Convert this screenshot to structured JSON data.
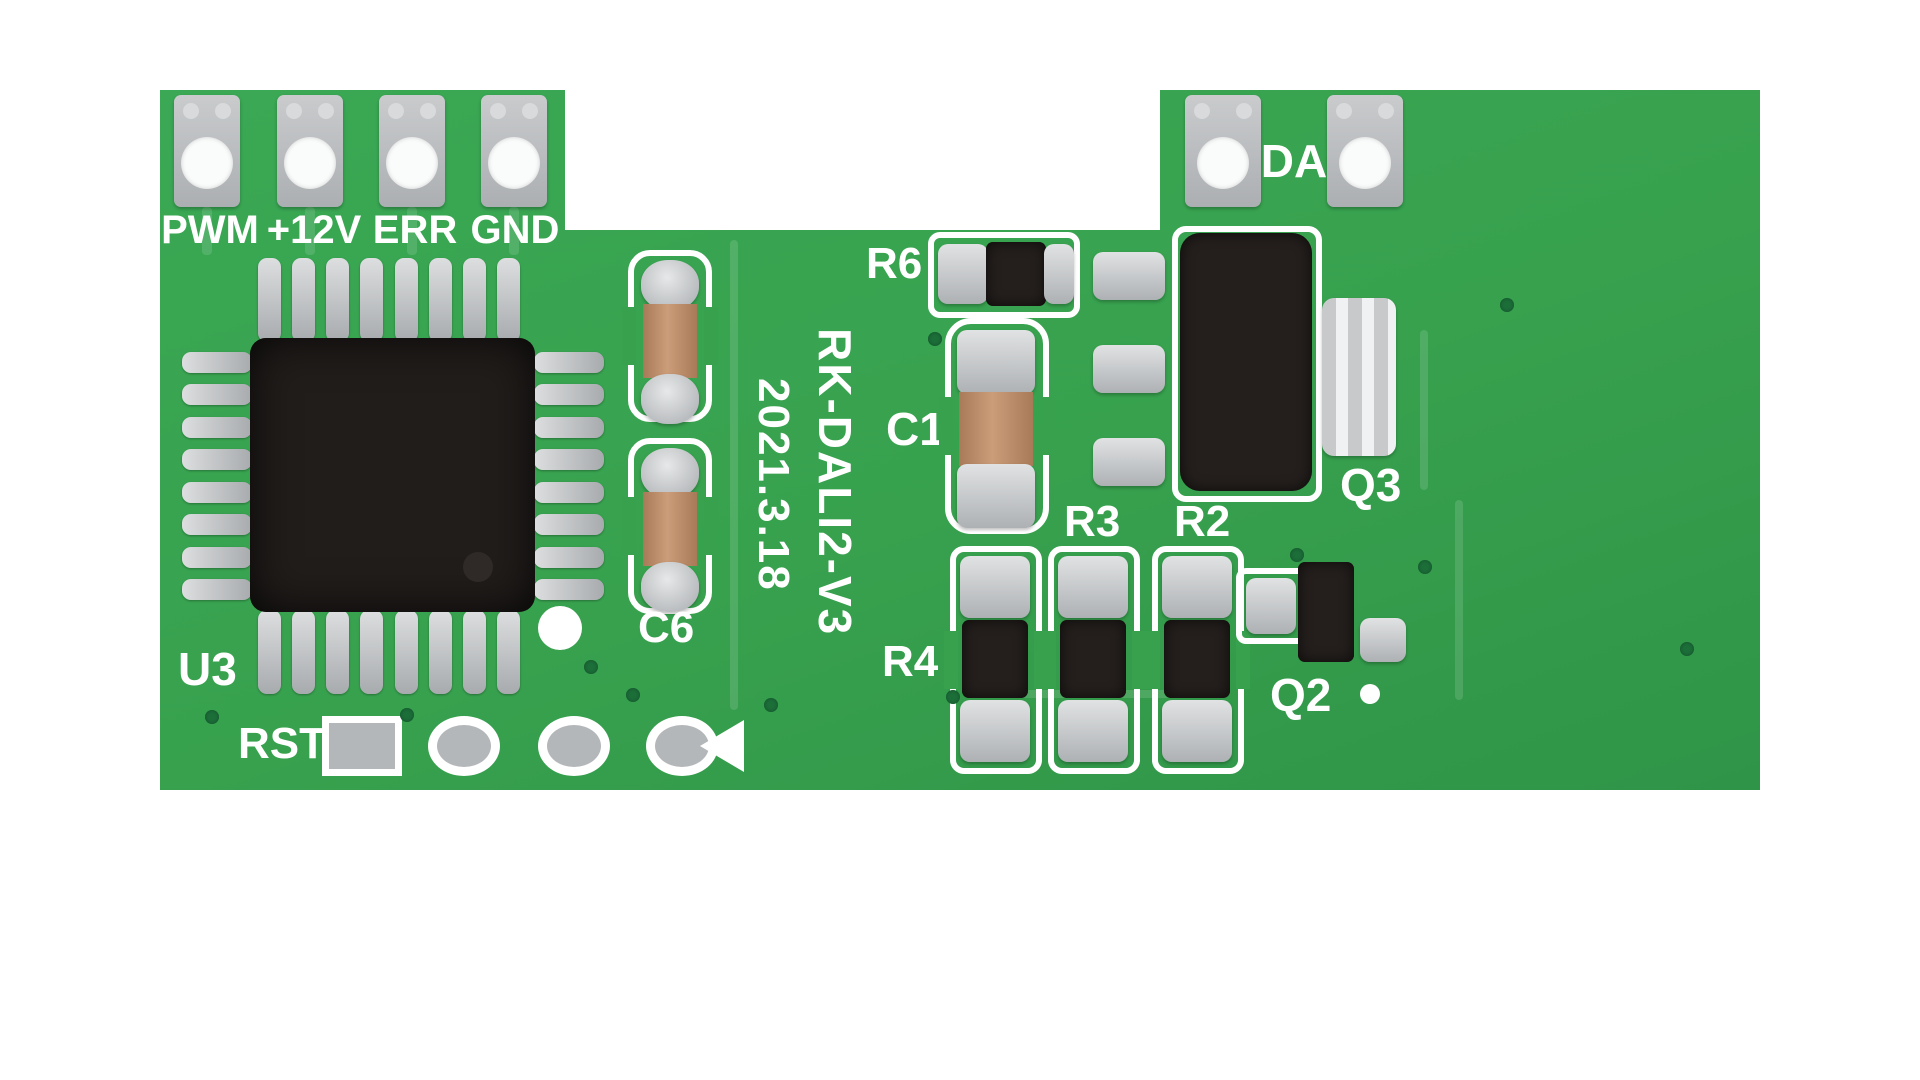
{
  "silkscreen": {
    "model": "RK-DALI2-V3",
    "date": "2021.3.18",
    "connectors": {
      "pwm": "PWM",
      "plus12v": "+12V",
      "err": "ERR",
      "gnd": "GND",
      "da": "DA"
    },
    "designators": {
      "u3": "U3",
      "rst": "RST",
      "c6": "C6",
      "c1": "C1",
      "r6": "R6",
      "r4": "R4",
      "r3": "R3",
      "r2": "R2",
      "q3": "Q3",
      "q2": "Q2"
    }
  },
  "colors": {
    "board_green": "#37A14E",
    "silkscreen_white": "#FFFFFF",
    "pad_grey": "#B8BBBE",
    "ic_black": "#211D1B",
    "capacitor_tan": "#BC8B6B"
  }
}
